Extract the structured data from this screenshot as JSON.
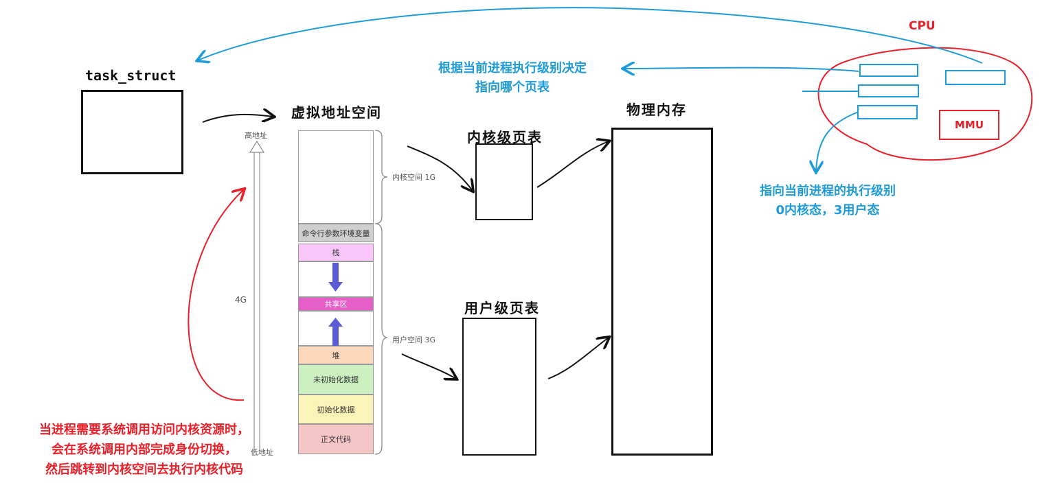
{
  "task_struct": {
    "label": "task_struct"
  },
  "virtual_space": {
    "title": "虚拟地址空间",
    "high_addr": "高地址",
    "low_addr": "低地址",
    "size": "4G",
    "kernel_brace": "内核空间 1G",
    "user_brace": "用户空间 3G",
    "segments": {
      "cmdline": "命令行参数环境变量",
      "stack": "栈",
      "shared": "共享区",
      "heap": "堆",
      "bss": "未初始化数据",
      "data": "初始化数据",
      "text": "正文代码"
    }
  },
  "kernel_page_table": {
    "label": "内核级页表"
  },
  "user_page_table": {
    "label": "用户级页表"
  },
  "physical_memory": {
    "label": "物理内存"
  },
  "cpu": {
    "label": "CPU",
    "mmu_label": "MMU"
  },
  "notes": {
    "decide_line1": "根据当前进程执行级别决定",
    "decide_line2": "指向哪个页表",
    "level_line1": "指向当前进程的执行级别",
    "level_line2": "0内核态，3用户态",
    "syscall_line1": "当进程需要系统调用访问内核资源时，",
    "syscall_line2": "会在系统调用内部完成身份切换，",
    "syscall_line3": "然后跳转到内核空间去执行内核代码"
  },
  "colors": {
    "blue": "#1e9bd7",
    "red": "#e8202a",
    "stack": "#f9c6f9",
    "shared": "#e65ec8",
    "heap": "#fcd9bd",
    "bss": "#cdf0c0",
    "data": "#fbf4b8",
    "text": "#f5c6c6",
    "cmdline": "#cfcfcf",
    "arrow_purple": "#5b5bd6"
  }
}
